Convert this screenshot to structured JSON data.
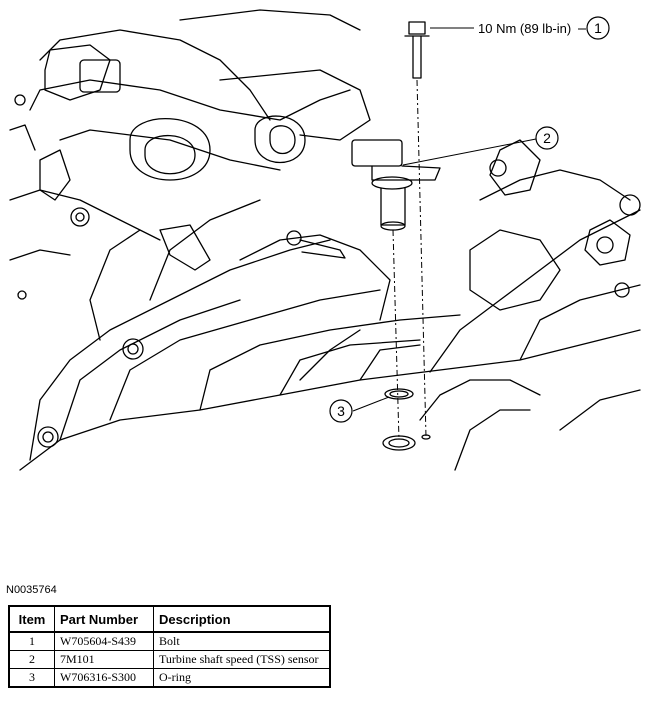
{
  "callouts": [
    {
      "number": "1",
      "torque": "10 Nm (89 lb-in)"
    },
    {
      "number": "2"
    },
    {
      "number": "3"
    }
  ],
  "figure_id": "N0035764",
  "table": {
    "headers": [
      "Item",
      "Part Number",
      "Description"
    ],
    "rows": [
      {
        "item": "1",
        "part_number": "W705604-S439",
        "description": "Bolt"
      },
      {
        "item": "2",
        "part_number": "7M101",
        "description": "Turbine shaft speed (TSS) sensor"
      },
      {
        "item": "3",
        "part_number": "W706316-S300",
        "description": "O-ring"
      }
    ]
  }
}
